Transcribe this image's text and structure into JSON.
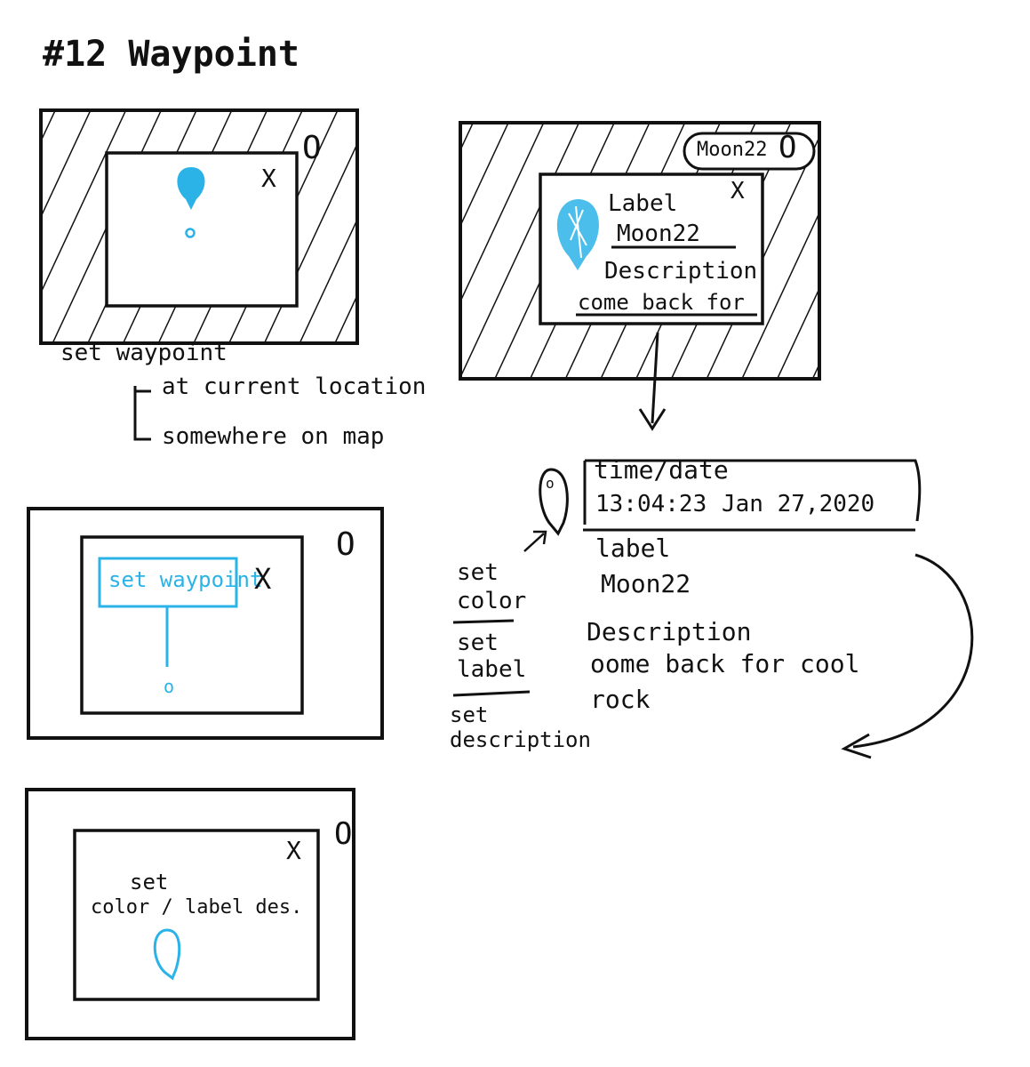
{
  "title": "#12 Waypoint",
  "colors": {
    "ink": "#111111",
    "accent": "#2bb3e8"
  },
  "frame1": {
    "close": "X",
    "menu": "O",
    "caption": "set waypoint",
    "options": [
      "at current location",
      "somewhere on map"
    ]
  },
  "frame2": {
    "badge": "Moon22",
    "menu": "O",
    "close": "X",
    "label_heading": "Label",
    "label_value": "Moon22",
    "desc_heading": "Description",
    "desc_value": "come back for"
  },
  "detail": {
    "time_heading": "time/date",
    "time_value": "13:04:23",
    "date_value": "Jan 27,2020",
    "label_heading": "label",
    "label_value": "Moon22",
    "desc_heading": "Description",
    "desc_line1": "oome back for cool",
    "desc_line2": "rock",
    "pin_mark": "o",
    "menu": [
      "set color",
      "set label",
      "set description"
    ]
  },
  "frame3": {
    "button": "set waypoint",
    "close": "X",
    "menu": "O",
    "pin_mark": "o"
  },
  "frame4": {
    "close": "X",
    "menu": "O",
    "line1": "set",
    "line2": "color / label des."
  }
}
